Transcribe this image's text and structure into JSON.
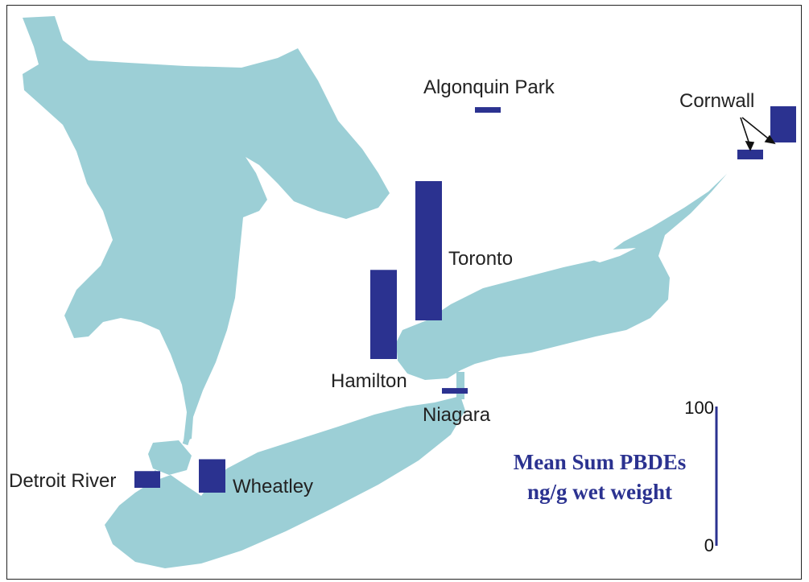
{
  "colors": {
    "water": "#9ccfd6",
    "bar": "#2b3290",
    "text": "#222222",
    "legend_title": "#2b3290"
  },
  "legend": {
    "title_line1": "Mean Sum PBDEs",
    "title_line2": "ng/g wet weight",
    "scale_max_label": "100",
    "scale_min_label": "0",
    "scale_max": 100
  },
  "sites": [
    {
      "name": "Algonquin Park",
      "value": 4
    },
    {
      "name": "Cornwall",
      "value": 7
    },
    {
      "name": "Cornwall",
      "value": 26
    },
    {
      "name": "Toronto",
      "value": 100
    },
    {
      "name": "Hamilton",
      "value": 64
    },
    {
      "name": "Niagara",
      "value": 4
    },
    {
      "name": "Detroit River",
      "value": 12
    },
    {
      "name": "Wheatley",
      "value": 24
    }
  ],
  "labels": {
    "algonquin": "Algonquin Park",
    "cornwall": "Cornwall",
    "toronto": "Toronto",
    "hamilton": "Hamilton",
    "niagara": "Niagara",
    "detroit": "Detroit River",
    "wheatley": "Wheatley"
  }
}
